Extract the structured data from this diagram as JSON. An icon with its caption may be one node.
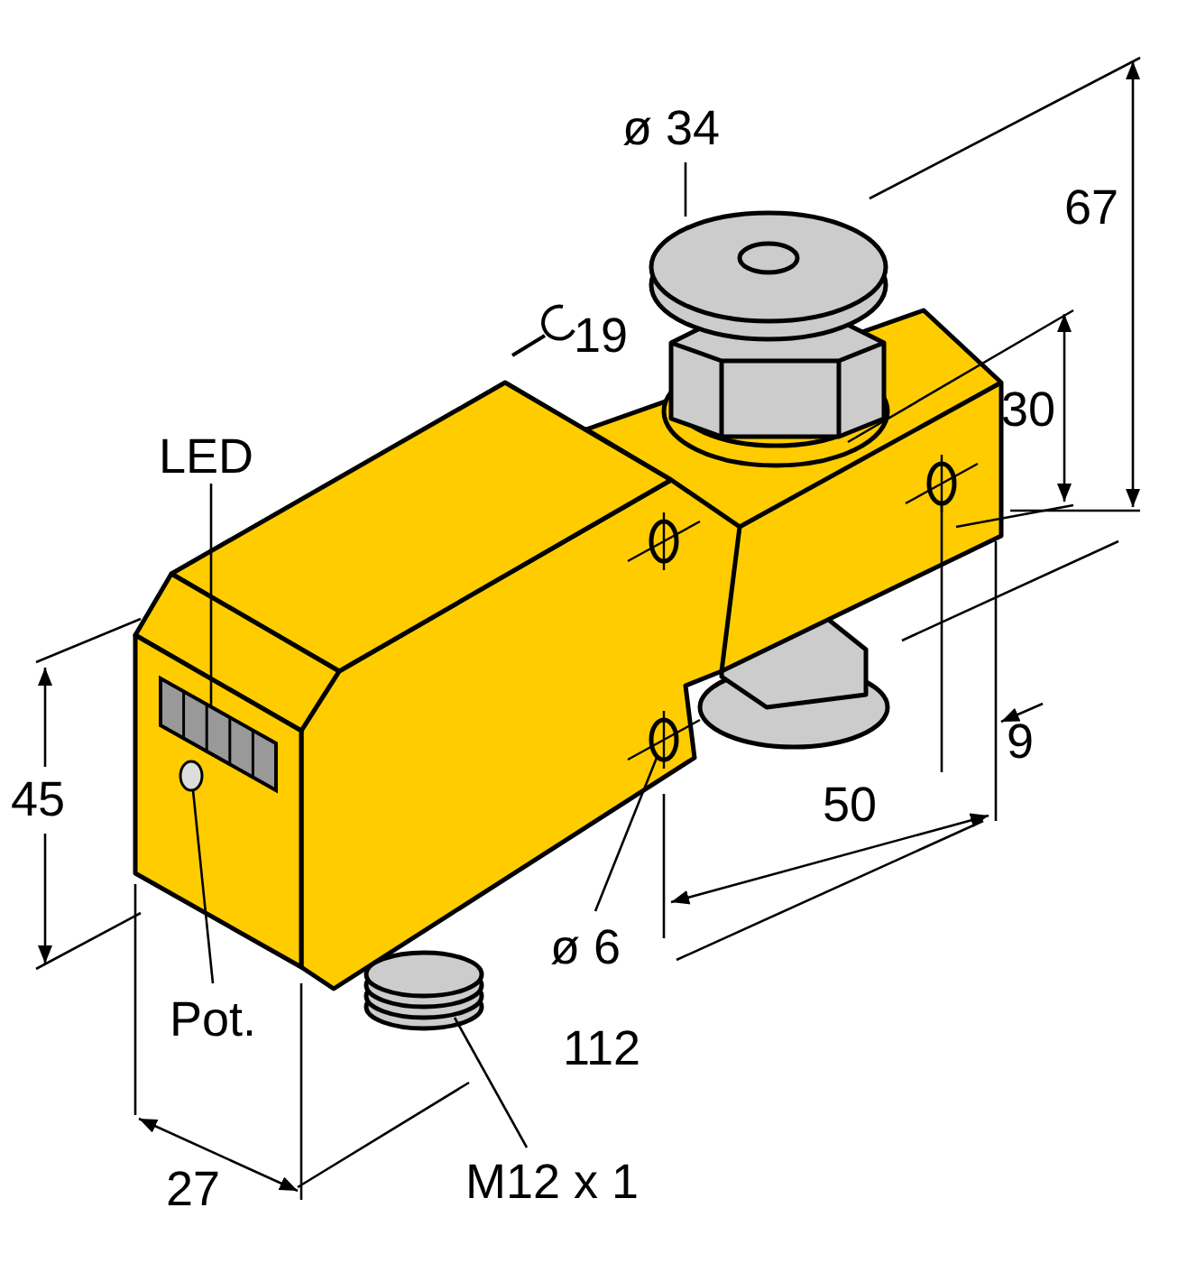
{
  "diagram": {
    "nodes": [
      {
        "text": [
          "LED"
        ]
      },
      {
        "text": [],
        "shape": "bar"
      },
      {
        "text": [
          "Pot."
        ]
      },
      {
        "text": [],
        "shape": "circle"
      },
      {
        "text": [
          "M12 x 1"
        ]
      },
      {
        "text": [],
        "shape": "cylinder"
      },
      {
        "text": [
          "ø 6"
        ]
      },
      {
        "text": [],
        "shape": "circle"
      },
      {
        "text": [
          "ø 34"
        ]
      },
      {
        "text": [],
        "shape": "cylinder"
      }
    ],
    "edges": [
      {
        "from": 0,
        "to": 1,
        "arrow": "none"
      },
      {
        "from": 2,
        "to": 3,
        "arrow": "none"
      },
      {
        "from": 4,
        "to": 5,
        "arrow": "none"
      },
      {
        "from": 6,
        "to": 7,
        "arrow": "none"
      },
      {
        "from": 8,
        "to": 9,
        "arrow": "none"
      }
    ],
    "labels": [
      "67",
      "19",
      "30",
      "45",
      "9",
      "50",
      "112",
      "27"
    ]
  }
}
